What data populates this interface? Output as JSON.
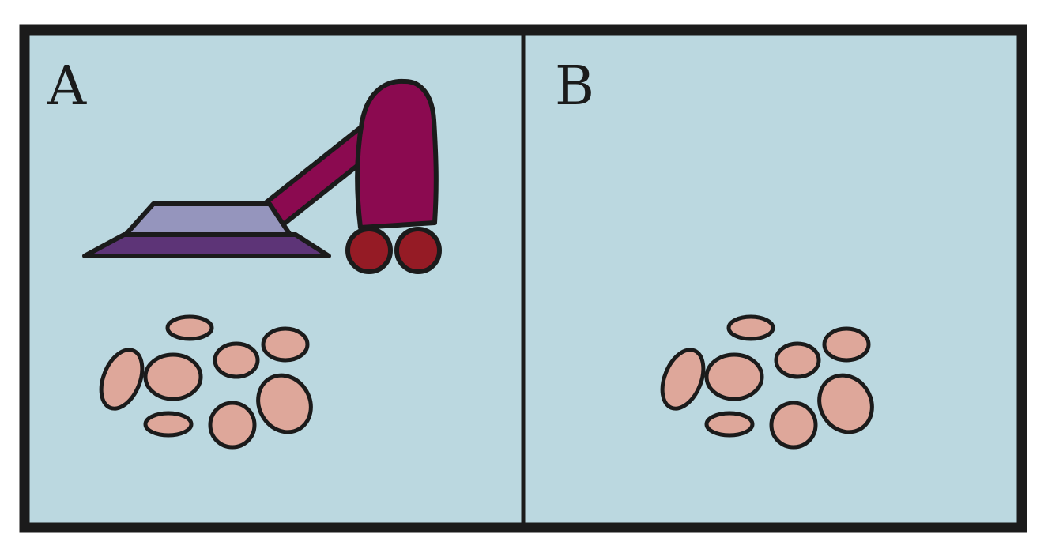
{
  "panels": [
    {
      "label": "A",
      "content": "vacuum-cleaner-and-particles"
    },
    {
      "label": "B",
      "content": "particles-only"
    }
  ],
  "colors": {
    "background": "#bbd8e0",
    "outline": "#1b1b1b",
    "vacuum_body": "#8b0a50",
    "vacuum_head_top": "#9595bd",
    "vacuum_head_base": "#5d3477",
    "wheels": "#951b25",
    "particles": "#dea79a"
  },
  "icons": {
    "vacuum": "vacuum-cleaner-icon",
    "particle": "dirt-particle-icon"
  }
}
